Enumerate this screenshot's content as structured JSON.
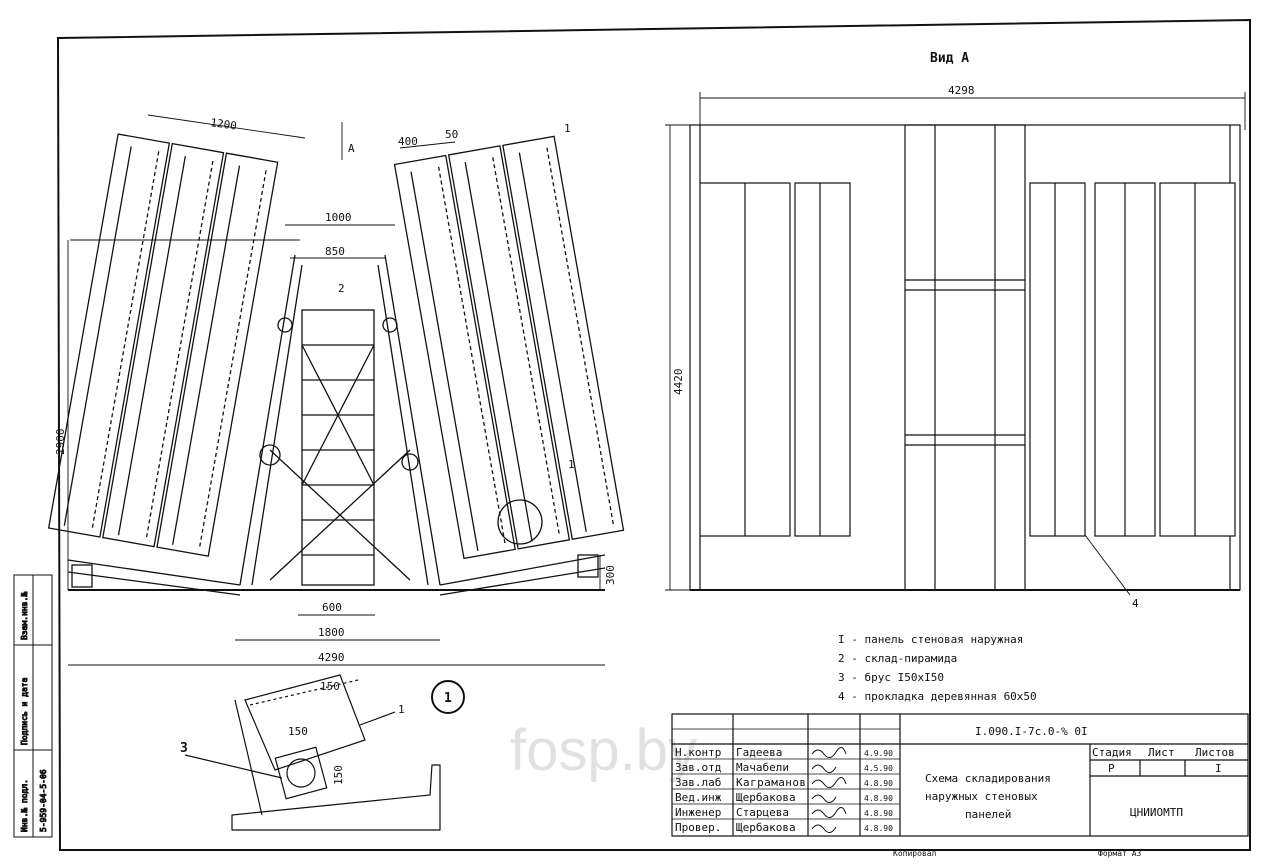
{
  "view_title": "Вид А",
  "watermark": "fosp.by",
  "section_marker": "1",
  "left_view": {
    "arrow_label": "А",
    "dimensions": {
      "top_width": "1200",
      "spacer_400": "400",
      "spacer_50": "50",
      "width_1000": "1000",
      "width_850": "850",
      "height_2900": "2900",
      "base_300": "300",
      "base_600": "600",
      "base_1800": "1800",
      "overall_4290": "4290"
    },
    "callouts": {
      "c1_top": "1",
      "c1_mid": "1",
      "c2": "2"
    }
  },
  "right_view": {
    "dim_width": "4298",
    "dim_height": "4420",
    "callout_4": "4"
  },
  "detail": {
    "dim_150a": "150",
    "dim_150b": "150",
    "dim_150c": "150",
    "callout_1": "1",
    "callout_3": "3"
  },
  "legend": [
    "I - панель стеновая наружная",
    "2 - склад-пирамида",
    "3 - брус I50хI50",
    "4 - прокладка деревянная 60х50"
  ],
  "title_block": {
    "designation": "I.090.I-7с.0-% 0I",
    "sheet_title": [
      "Схема складирования",
      "наружных стеновых",
      "панелей"
    ],
    "stage_header": "Стадия",
    "sheet_header": "Лист",
    "sheets_header": "Листов",
    "stage_value": "Р",
    "sheets_value": "I",
    "organization": "ЦНИИОМТП",
    "roles": [
      "Н.контр",
      "Зав.отд",
      "Зав.лаб",
      "Вед.инж",
      "Инженер",
      "Провер."
    ],
    "names": [
      "Гадеева",
      "Мачабели",
      "Каграманов",
      "Щербакова",
      "Старцева",
      "Щербакова"
    ],
    "dates": [
      "4.9.90",
      "4.5.90",
      "4.8.90",
      "4.8.90",
      "4.8.90",
      "4.8.90"
    ]
  },
  "side_stamp": [
    "Инв.№ подл.",
    "Подпись и дата",
    "Взам.инв.№"
  ],
  "side_stamp_value": "5-959-04-5-06",
  "footer_left": "Копировал",
  "footer_right": "Формат А3"
}
